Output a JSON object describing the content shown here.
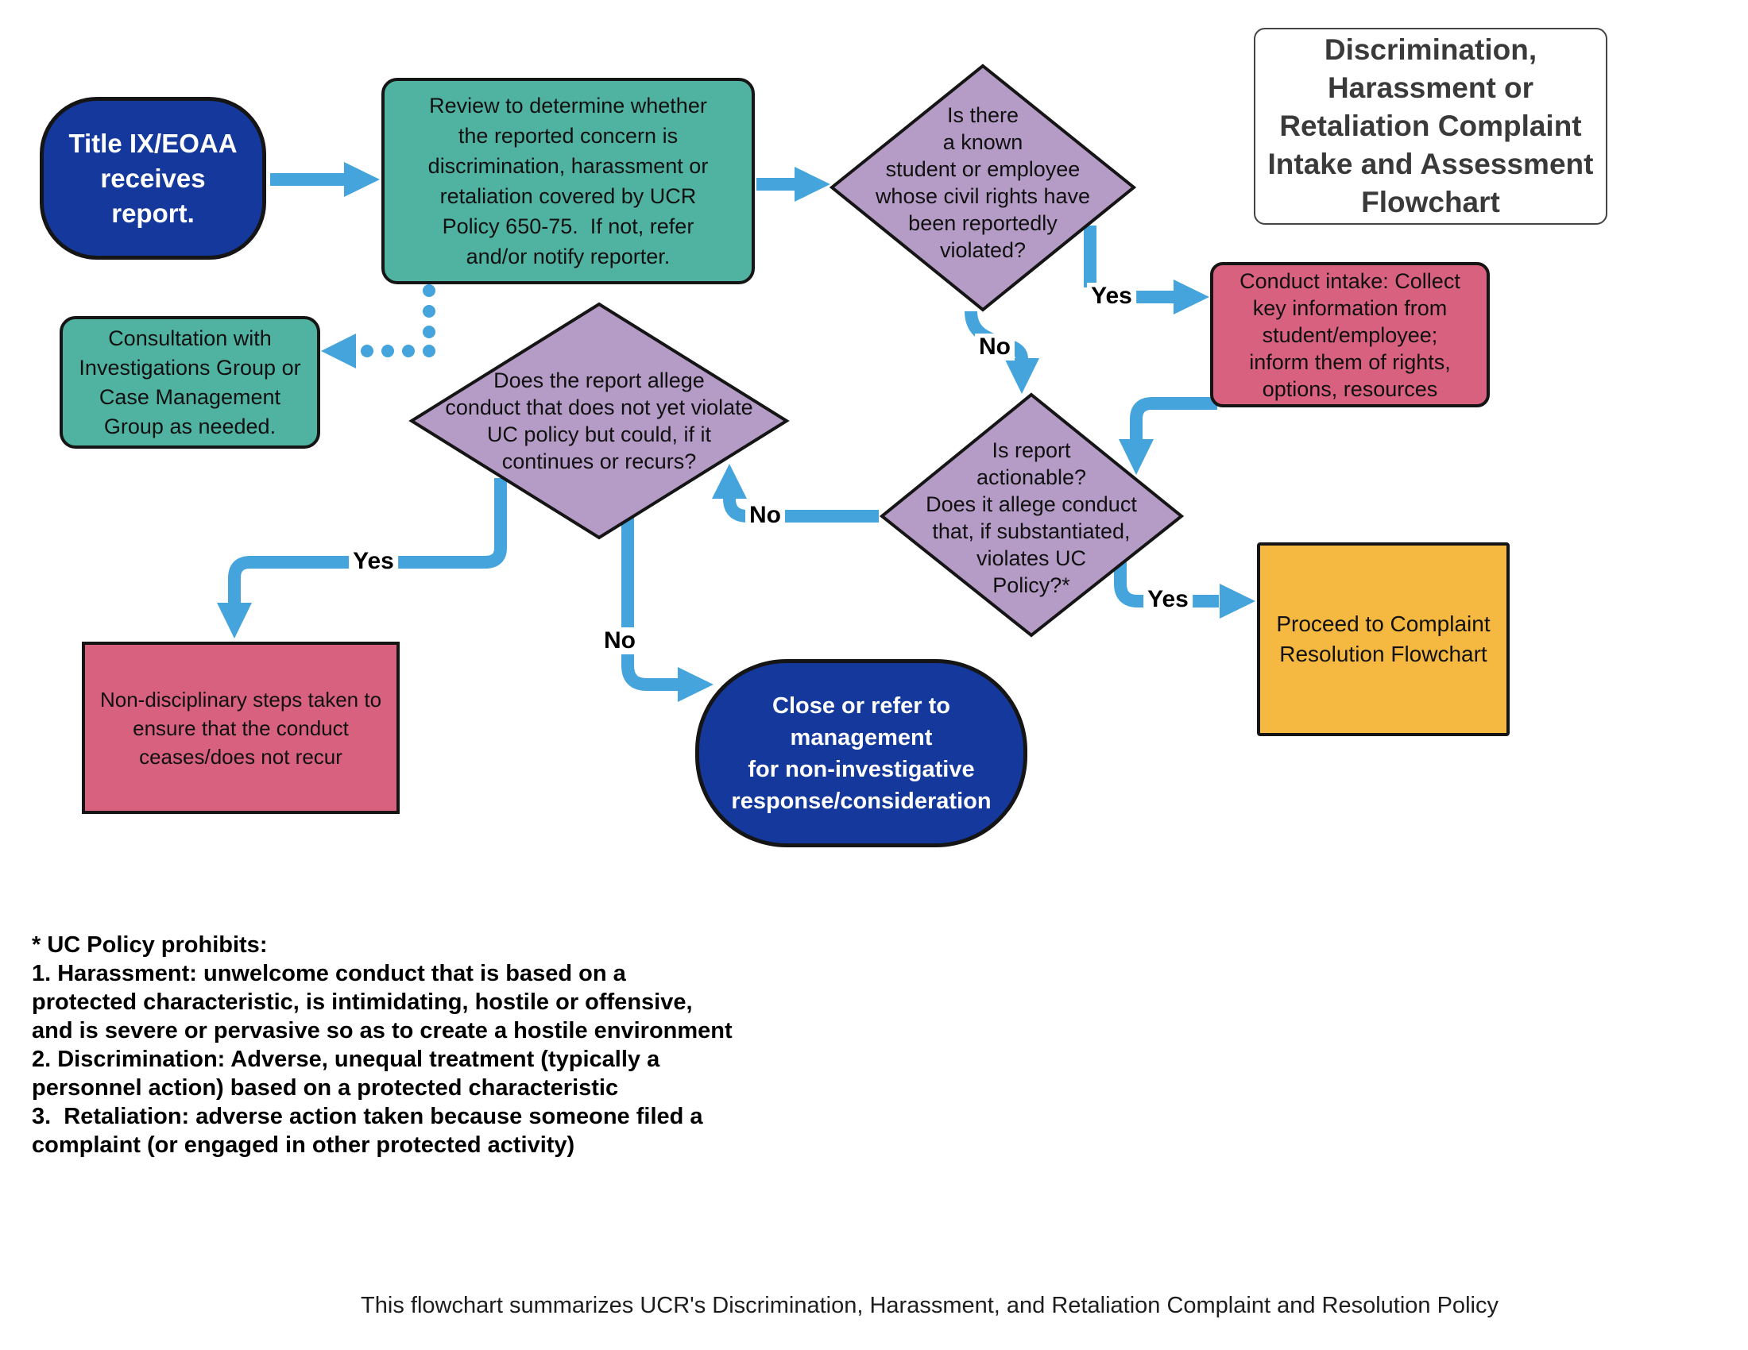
{
  "header": {
    "title": "Discrimination,\nHarassment or\nRetaliation Complaint\nIntake and Assessment\nFlowchart"
  },
  "nodes": {
    "start": {
      "label": "Title IX/EOAA\nreceives\nreport."
    },
    "review": {
      "label": "Review to determine whether\nthe reported concern is\ndiscrimination, harassment or\nretaliation covered by UCR\nPolicy 650-75.  If not, refer\nand/or notify reporter."
    },
    "known_person": {
      "label": "Is there\na known\nstudent or employee\nwhose civil rights have\nbeen reportedly\nviolated?"
    },
    "conduct_intake": {
      "label": "Conduct intake: Collect\nkey information from\nstudent/employee;\ninform them of rights,\noptions, resources"
    },
    "consultation": {
      "label": "Consultation with\nInvestigations Group or\nCase Management\nGroup as needed."
    },
    "could_violate": {
      "label": "Does the report allege\nconduct that does not yet violate\nUC policy but could, if it\ncontinues or recurs?"
    },
    "actionable": {
      "label": "Is report\nactionable?\nDoes it allege conduct\nthat, if substantiated,\nviolates UC\nPolicy?*"
    },
    "proceed": {
      "label": "Proceed to Complaint\nResolution Flowchart"
    },
    "non_disciplinary": {
      "label": "Non-disciplinary steps taken to\nensure that the conduct\nceases/does not recur"
    },
    "close_refer": {
      "label": "Close or refer to management\nfor non-investigative\nresponse/consideration"
    }
  },
  "edge_labels": {
    "known_person_yes": "Yes",
    "known_person_no": "No",
    "actionable_yes": "Yes",
    "actionable_no": "No",
    "could_violate_yes": "Yes",
    "could_violate_no": "No"
  },
  "footnote": "* UC Policy prohibits:\n1. Harassment: unwelcome conduct that is based on a\nprotected characteristic, is intimidating, hostile or offensive,\nand is severe or pervasive so as to create a hostile environment\n2. Discrimination: Adverse, unequal treatment (typically a\npersonnel action) based on a protected characteristic\n3.  Retaliation: adverse action taken because someone filed a\ncomplaint (or engaged in other protected activity)",
  "caption": "This flowchart summarizes UCR's Discrimination, Harassment, and Retaliation Complaint and Resolution Policy",
  "colors": {
    "arrow_blue": "#45A4DC",
    "terminator_blue": "#14389C",
    "process_teal": "#50B2A0",
    "decision_purple": "#B59CC6",
    "intake_pink": "#D7617F",
    "proceed_yellow": "#F5B841"
  }
}
